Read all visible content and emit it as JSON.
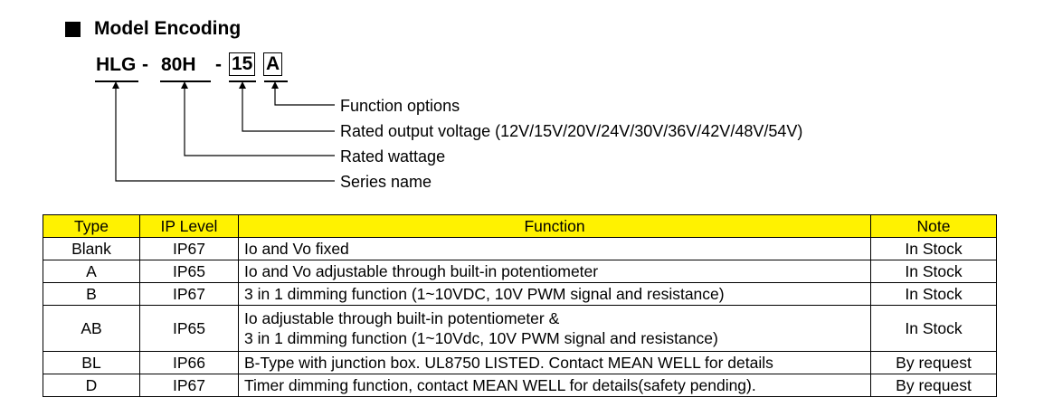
{
  "heading": "Model Encoding",
  "model": {
    "series": "HLG",
    "dash1": "-",
    "wattage": "80H",
    "dash2": "-",
    "voltage": "15",
    "option": "A"
  },
  "legend": [
    "Function options",
    "Rated output voltage (12V/15V/20V/24V/30V/36V/42V/48V/54V)",
    "Rated wattage",
    "Series name"
  ],
  "table": {
    "headers": [
      "Type",
      "IP Level",
      "Function",
      "Note"
    ],
    "rows": [
      {
        "type": "Blank",
        "ip": "IP67",
        "function": [
          "Io and Vo fixed"
        ],
        "note": "In Stock"
      },
      {
        "type": "A",
        "ip": "IP65",
        "function": [
          "Io and Vo adjustable through built-in potentiometer"
        ],
        "note": "In Stock"
      },
      {
        "type": "B",
        "ip": "IP67",
        "function": [
          "3 in 1 dimming function (1~10VDC, 10V PWM signal and resistance)"
        ],
        "note": "In Stock"
      },
      {
        "type": "AB",
        "ip": "IP65",
        "function": [
          "Io adjustable through built-in potentiometer &",
          "3 in 1 dimming function (1~10Vdc, 10V PWM signal and resistance)"
        ],
        "note": "In Stock"
      },
      {
        "type": "BL",
        "ip": "IP66",
        "function": [
          "B-Type with junction box. UL8750 LISTED. Contact MEAN WELL for details"
        ],
        "note": "By request"
      },
      {
        "type": "D",
        "ip": "IP67",
        "function": [
          "Timer dimming function, contact MEAN WELL for details(safety pending)."
        ],
        "note": "By request"
      }
    ]
  },
  "colors": {
    "header_bg": "#FFF200",
    "line": "#000000"
  }
}
